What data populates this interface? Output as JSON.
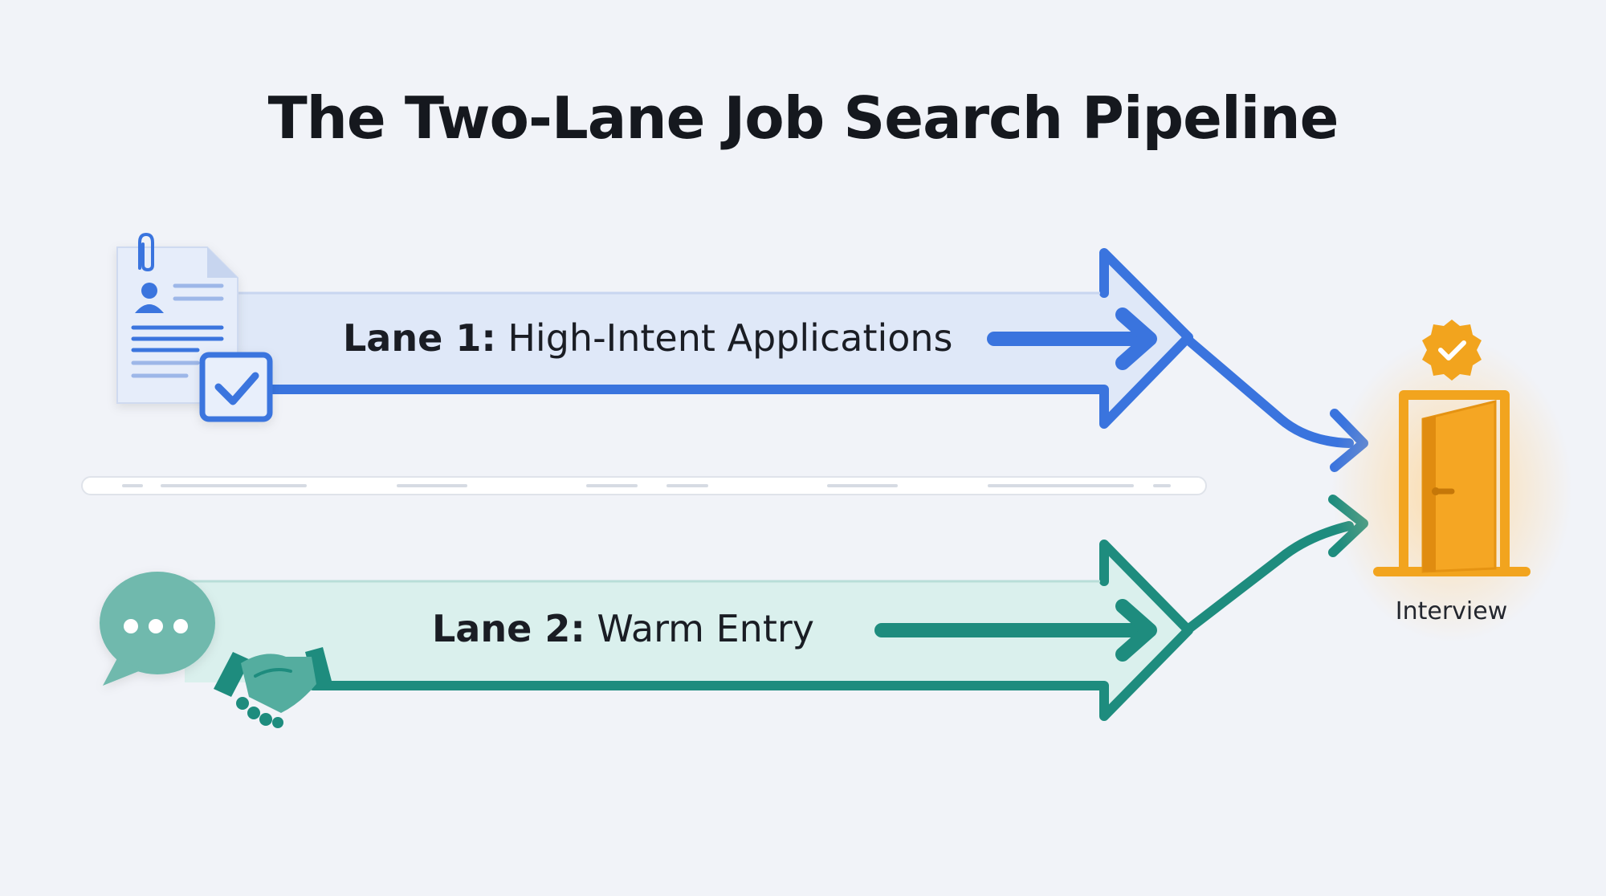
{
  "title": "The Two-Lane Job Search Pipeline",
  "lanes": [
    {
      "label_strong": "Lane 1:",
      "label_rest": " High-Intent Applications",
      "icon": "resume-document-icon",
      "color": "#3a74de",
      "fill": "#dde7f8"
    },
    {
      "label_strong": "Lane 2:",
      "label_rest": " Warm Entry",
      "icon": "chat-handshake-icon",
      "color": "#1e8c7e",
      "fill": "#d8efec"
    }
  ],
  "destination": {
    "label": "Interview",
    "icon": "door-icon",
    "badge_icon": "verified-badge-icon",
    "color": "#f2a41e"
  },
  "divider": {
    "icon": "dashed-divider"
  }
}
